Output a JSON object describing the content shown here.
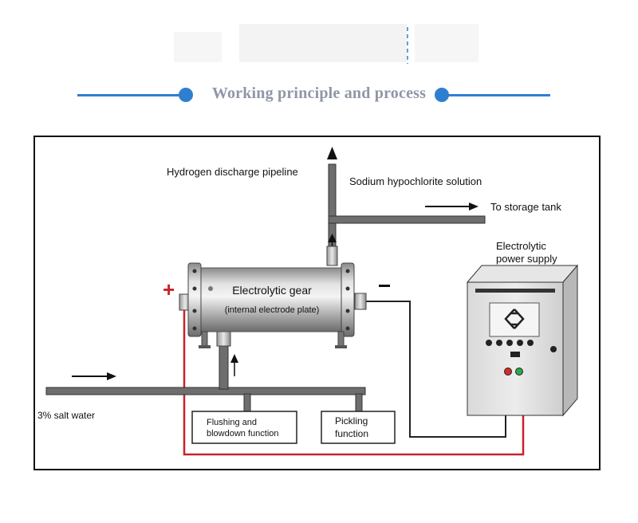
{
  "title": "Working principle and process",
  "colors": {
    "accent": "#2f7fd0",
    "title_text": "#8f96a6",
    "positive_wire": "#c8232c",
    "negative_wire": "#222222",
    "pipe": "#6e6e6e"
  },
  "labels": {
    "hydrogen": "Hydrogen discharge pipeline",
    "sodium": "Sodium hypochlorite solution",
    "storage": "To storage tank",
    "power_line1": "Electrolytic",
    "power_line2": "power supply",
    "gear": "Electrolytic gear",
    "gear_sub": "(internal electrode plate)",
    "salt": "3% salt water",
    "flushing_line1": "Flushing and",
    "flushing_line2": "blowdown function",
    "pickling_line1": "Pickling",
    "pickling_line2": "function",
    "plus": "+",
    "minus": "-"
  },
  "icons": {
    "power_logo": "diamond-electrode-logo-icon",
    "indicator_lights": [
      "red-light-icon",
      "green-light-icon"
    ]
  }
}
